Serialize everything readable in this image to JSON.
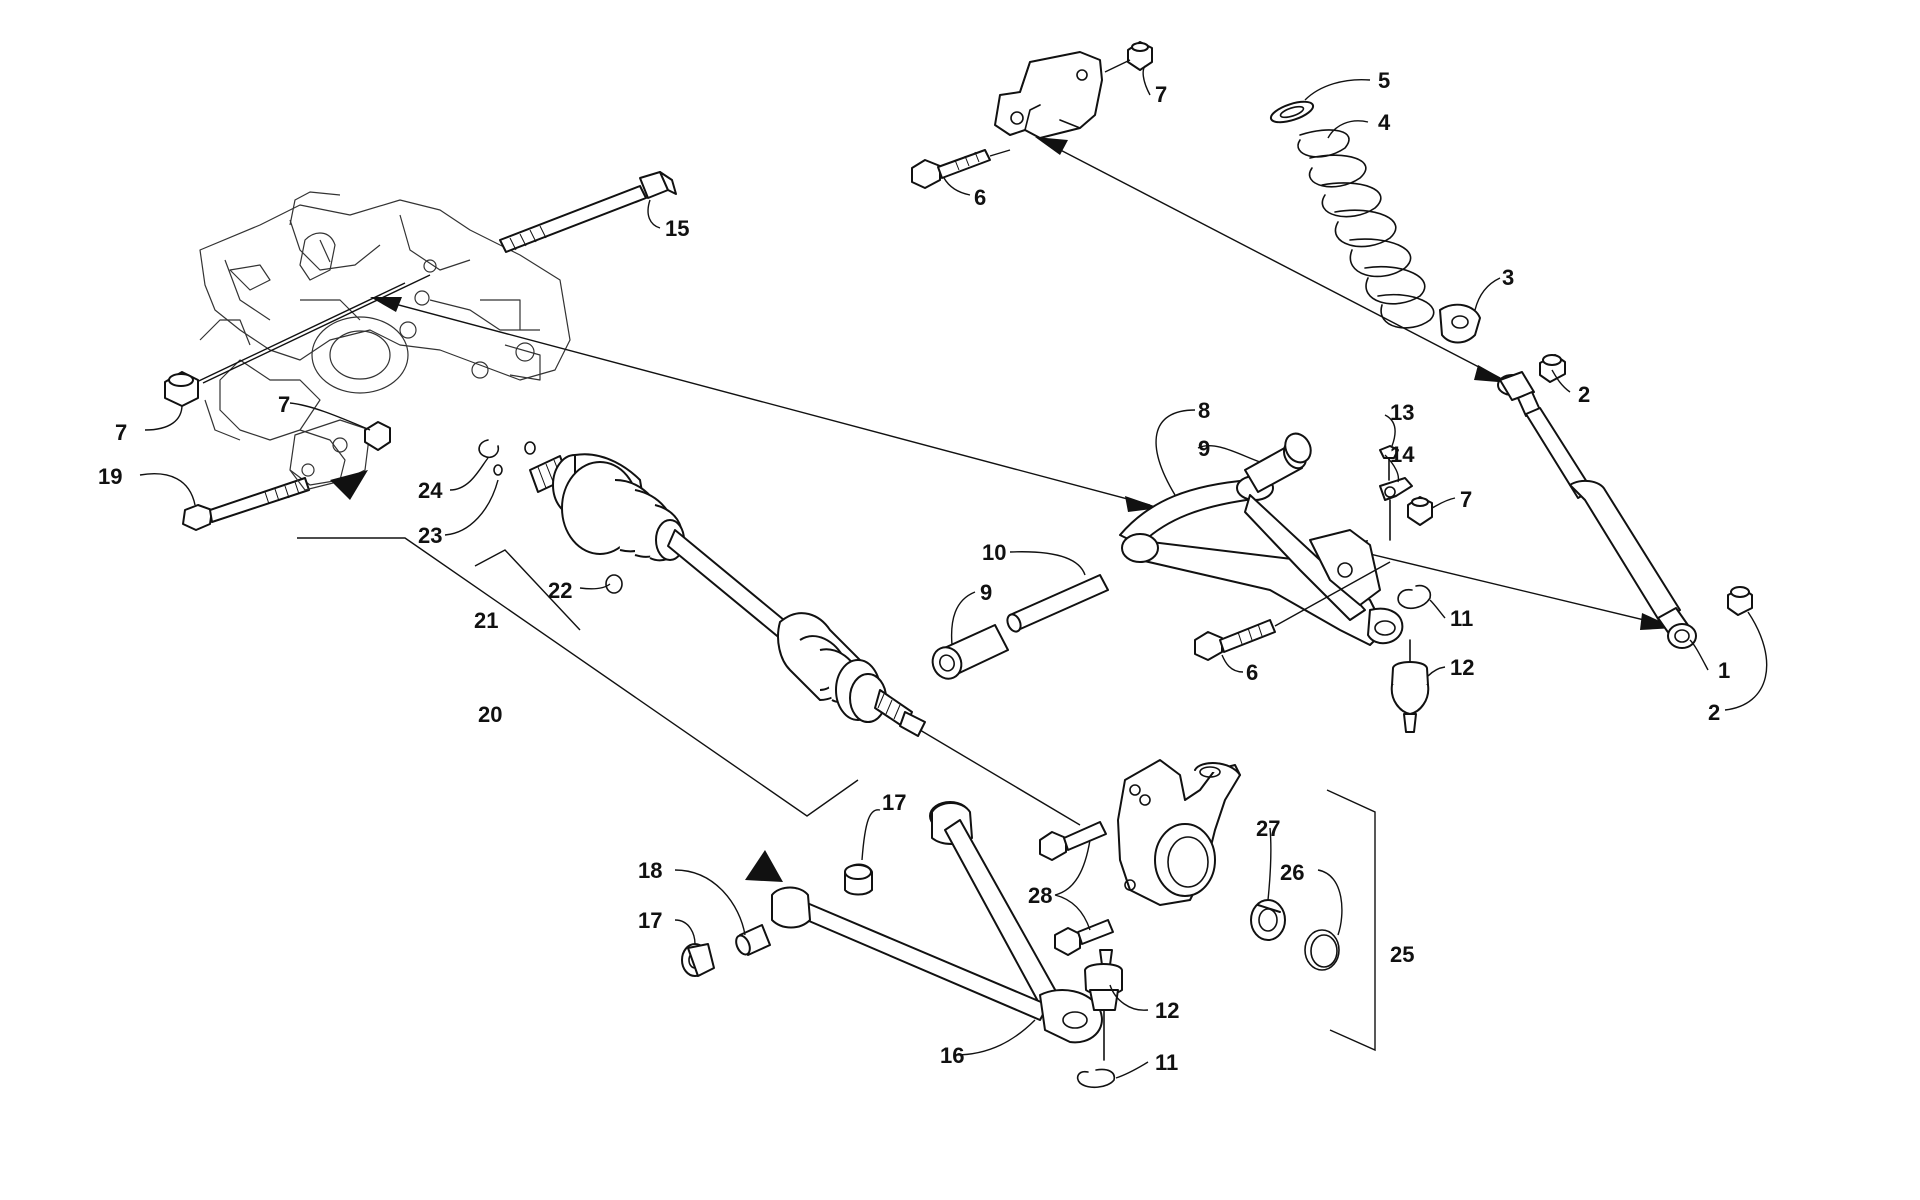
{
  "diagram": {
    "callouts": [
      {
        "id": "c1",
        "label": "1"
      },
      {
        "id": "c2a",
        "label": "2"
      },
      {
        "id": "c2b",
        "label": "2"
      },
      {
        "id": "c3",
        "label": "3"
      },
      {
        "id": "c4",
        "label": "4"
      },
      {
        "id": "c5",
        "label": "5"
      },
      {
        "id": "c6a",
        "label": "6"
      },
      {
        "id": "c6b",
        "label": "6"
      },
      {
        "id": "c7a",
        "label": "7"
      },
      {
        "id": "c7b",
        "label": "7"
      },
      {
        "id": "c7c",
        "label": "7"
      },
      {
        "id": "c7d",
        "label": "7"
      },
      {
        "id": "c8",
        "label": "8"
      },
      {
        "id": "c9a",
        "label": "9"
      },
      {
        "id": "c9b",
        "label": "9"
      },
      {
        "id": "c10",
        "label": "10"
      },
      {
        "id": "c11a",
        "label": "11"
      },
      {
        "id": "c11b",
        "label": "11"
      },
      {
        "id": "c12a",
        "label": "12"
      },
      {
        "id": "c12b",
        "label": "12"
      },
      {
        "id": "c13",
        "label": "13"
      },
      {
        "id": "c14",
        "label": "14"
      },
      {
        "id": "c15",
        "label": "15"
      },
      {
        "id": "c16",
        "label": "16"
      },
      {
        "id": "c17a",
        "label": "17"
      },
      {
        "id": "c17b",
        "label": "17"
      },
      {
        "id": "c18",
        "label": "18"
      },
      {
        "id": "c19",
        "label": "19"
      },
      {
        "id": "c20",
        "label": "20"
      },
      {
        "id": "c21",
        "label": "21"
      },
      {
        "id": "c22",
        "label": "22"
      },
      {
        "id": "c23",
        "label": "23"
      },
      {
        "id": "c24",
        "label": "24"
      },
      {
        "id": "c25",
        "label": "25"
      },
      {
        "id": "c26",
        "label": "26"
      },
      {
        "id": "c27",
        "label": "27"
      },
      {
        "id": "c28",
        "label": "28"
      }
    ],
    "colors": {
      "line": "#111111",
      "background": "#ffffff"
    }
  }
}
